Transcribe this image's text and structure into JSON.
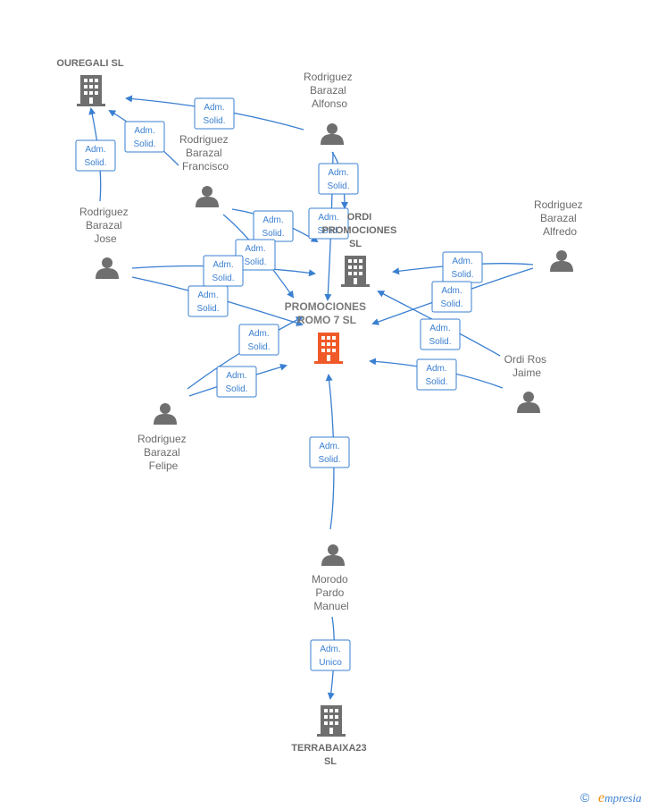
{
  "nodes": {
    "ouregali": "OUREGALI  SL",
    "alfonso": [
      "Rodriguez",
      "Barazal",
      "Alfonso"
    ],
    "francisco": [
      "Rodriguez",
      "Barazal",
      "Francisco"
    ],
    "jose": [
      "Rodriguez",
      "Barazal",
      "Jose"
    ],
    "ordi_promociones": [
      "ORDI",
      "PROMOCIONES",
      "SL"
    ],
    "alfredo": [
      "Rodriguez",
      "Barazal",
      "Alfredo"
    ],
    "main": [
      "PROMOCIONES",
      "ROMO 7  SL"
    ],
    "ordi_jaime": [
      "Ordi Ros",
      "Jaime"
    ],
    "felipe": [
      "Rodriguez",
      "Barazal",
      "Felipe"
    ],
    "manuel": [
      "Morodo",
      "Pardo",
      "Manuel"
    ],
    "terrabaixa": [
      "TERRABAIXA23",
      "SL"
    ]
  },
  "edge_labels": {
    "adm_solid": [
      "Adm.",
      "Solid."
    ],
    "adm_unico": [
      "Adm.",
      "Unico"
    ]
  },
  "colors": {
    "edge": "#3a7fd1",
    "person": "#6f6f6f",
    "company": "#6f6f6f",
    "main_company": "#f05a28"
  },
  "footer": {
    "copyright": "©",
    "brand_first": "e",
    "brand_rest": "mpresia"
  }
}
